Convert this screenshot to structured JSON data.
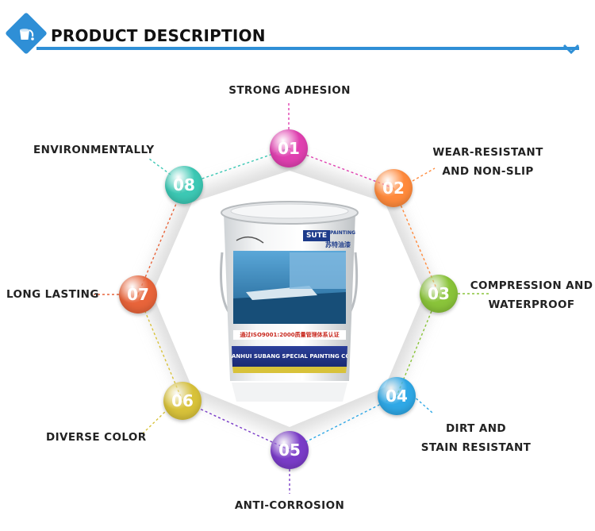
{
  "header": {
    "title": "PRODUCT DESCRIPTION",
    "icon": "paint-bucket-icon",
    "accent_color": "#2f8fd6"
  },
  "features": [
    {
      "number": "01",
      "label_lines": [
        "STRONG ADHESION"
      ],
      "color": "#e040b0"
    },
    {
      "number": "02",
      "label_lines": [
        "WEAR-RESISTANT",
        "AND NON-SLIP"
      ],
      "color": "#ff8a3c"
    },
    {
      "number": "03",
      "label_lines": [
        "COMPRESSION AND",
        "WATERPROOF"
      ],
      "color": "#8ac43a"
    },
    {
      "number": "04",
      "label_lines": [
        "DIRT AND",
        "STAIN RESISTANT"
      ],
      "color": "#2fa8e6"
    },
    {
      "number": "05",
      "label_lines": [
        "ANTI-CORROSION"
      ],
      "color": "#7a3cc8"
    },
    {
      "number": "06",
      "label_lines": [
        "DIVERSE COLOR"
      ],
      "color": "#d8c23a"
    },
    {
      "number": "07",
      "label_lines": [
        "LONG LASTING"
      ],
      "color": "#e8643a"
    },
    {
      "number": "08",
      "label_lines": [
        "ENVIRONMENTALLY"
      ],
      "color": "#3cc8b4"
    }
  ],
  "product": {
    "brand": "SUTE",
    "brand_suffix": "PAINTING",
    "brand_cn": "苏特油漆",
    "cert_text": "通过ISO9001:2000质量管理体系认证",
    "company": "ANHUI SUBANG SPECIAL PAINTING CO.,LTD."
  }
}
